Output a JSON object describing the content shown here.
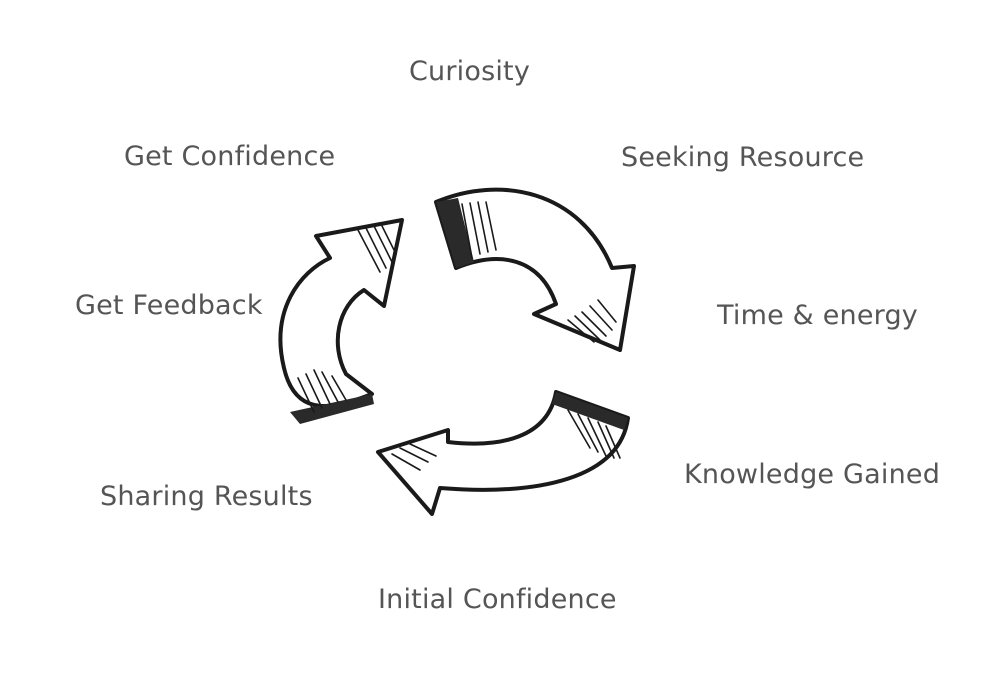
{
  "cycle_stages": {
    "curiosity": "Curiosity",
    "seeking_resource": "Seeking Resource",
    "time_energy": "Time & energy",
    "knowledge_gained": "Knowledge Gained",
    "initial_confidence": "Initial Confidence",
    "sharing_results": "Sharing Results",
    "get_feedback": "Get Feedback",
    "get_confidence": "Get Confidence"
  },
  "colors": {
    "text": "#555555",
    "ink": "#1a1a1a",
    "background": "#ffffff"
  }
}
